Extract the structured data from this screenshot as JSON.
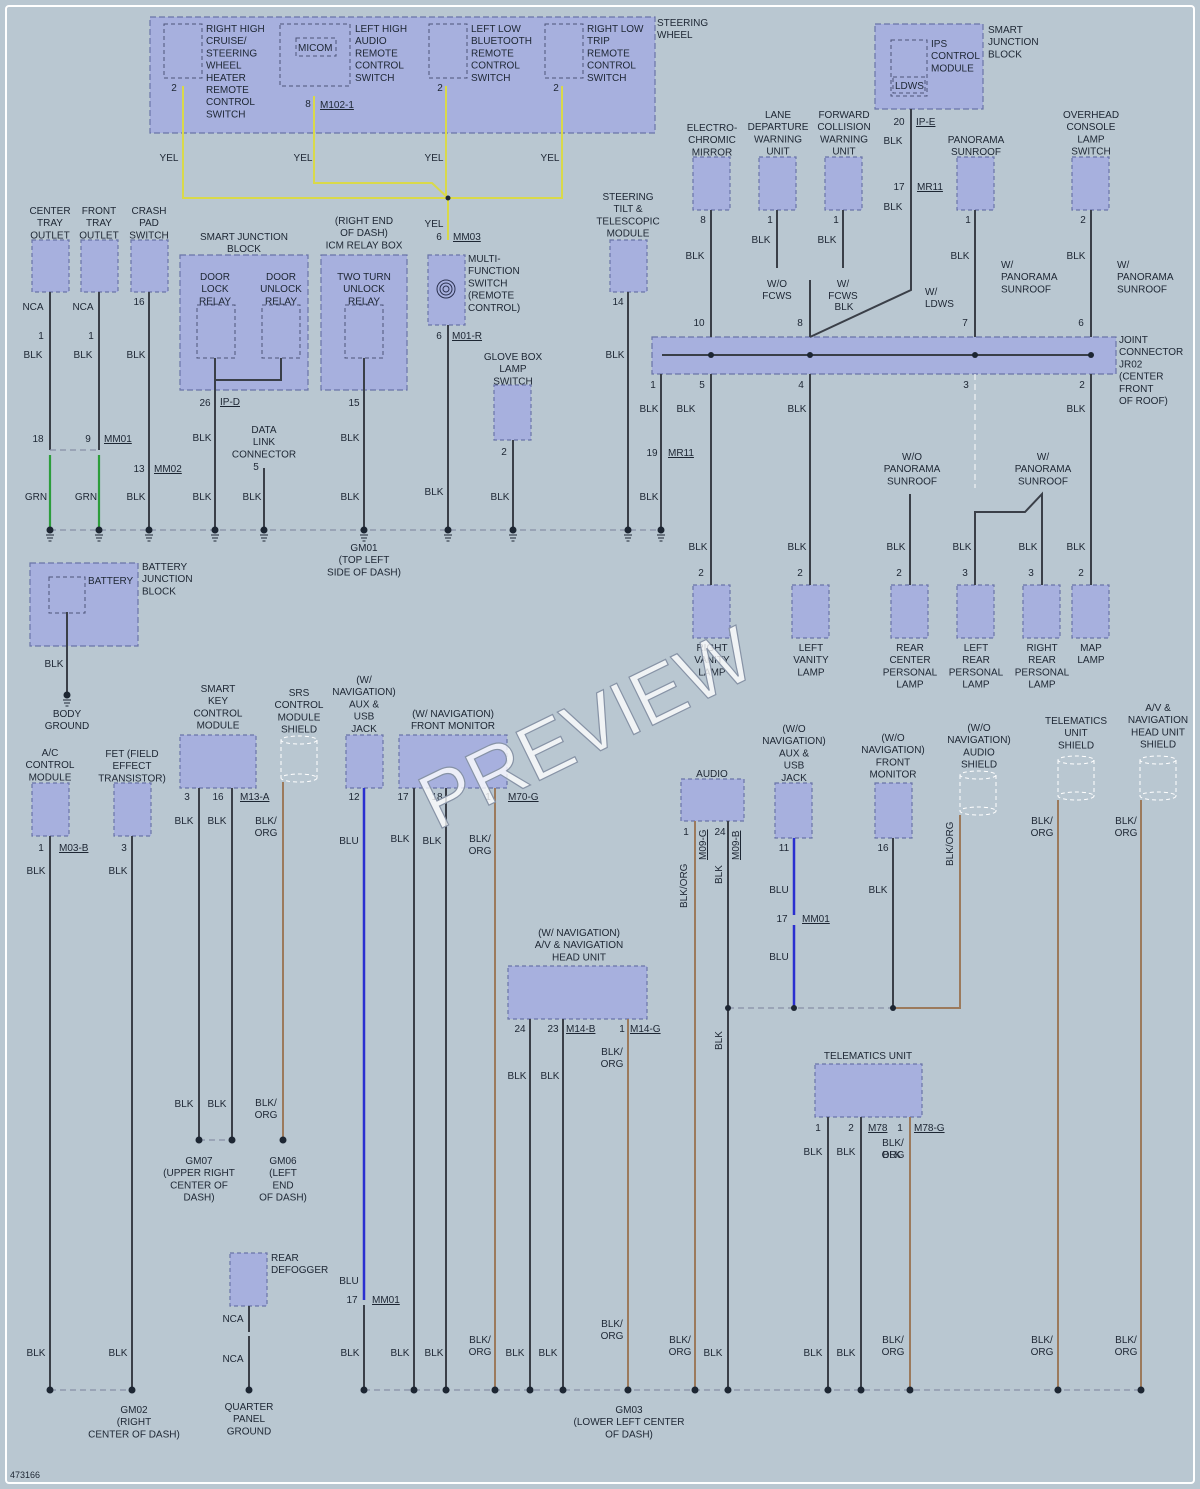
{
  "image_id": "473166",
  "watermark": "PREVIEW",
  "colors": {
    "background": "#b9c7d1",
    "component": "#a7b0de",
    "wire_black": "#3a3f48",
    "wire_yellow": "#d9d94a",
    "wire_green": "#2c9d3b",
    "wire_blue": "#2a2fd0",
    "wire_orange": "#9c7a5c"
  },
  "labels": {
    "steering_wheel": "STEERING|WHEEL",
    "rh_cruise": "RIGHT HIGH|CRUISE/|STEERING|WHEEL|HEATER|REMOTE|CONTROL|SWITCH",
    "lh_audio": "LEFT HIGH|AUDIO|REMOTE|CONTROL|SWITCH",
    "micom": "MICOM",
    "ll_bluetooth": "LEFT LOW|BLUETOOTH|REMOTE|CONTROL|SWITCH",
    "rl_trip": "RIGHT LOW|TRIP|REMOTE|CONTROL|SWITCH",
    "sjb_top": "SMART|JUNCTION|BLOCK",
    "ips": "IPS|CONTROL|MODULE",
    "ldws": "LDWS",
    "electrochromic": "ELECTRO-|CHROMIC|MIRROR",
    "lane_departure": "LANE|DEPARTURE|WARNING|UNIT",
    "forward_collision": "FORWARD|COLLISION|WARNING|UNIT",
    "panorama_top": "PANORAMA|SUNROOF",
    "overhead": "OVERHEAD|CONSOLE|LAMP|SWITCH",
    "center_tray": "CENTER|TRAY|OUTLET",
    "front_tray": "FRONT|TRAY|OUTLET",
    "crash_pad": "CRASH|PAD|SWITCH",
    "sjb_left": "SMART JUNCTION|BLOCK",
    "door_lock": "DOOR|LOCK|RELAY",
    "door_unlock": "DOOR|UNLOCK|RELAY",
    "icm_relay": "(RIGHT END|OF DASH)|ICM RELAY BOX",
    "two_turn": "TWO TURN|UNLOCK|RELAY",
    "multi_function": "MULTI-|FUNCTION|SWITCH|(REMOTE|CONTROL)",
    "steering_tilt": "STEERING|TILT &|TELESCOPIC|MODULE",
    "glove_box": "GLOVE BOX|LAMP|SWITCH",
    "data_link": "DATA|LINK|CONNECTOR",
    "joint_connector": "JOINT|CONNECTOR|JR02|(CENTER|FRONT|OF ROOF)",
    "wo_fcws": "W/O|FCWS",
    "w_fcws": "W/|FCWS",
    "w_ldws": "W/|LDWS",
    "w_panorama": "W/|PANORAMA|SUNROOF",
    "wo_panorama": "W/O|PANORAMA|SUNROOF",
    "gm01": "GM01|(TOP LEFT|SIDE OF DASH)",
    "battery": "BATTERY",
    "battery_jb": "BATTERY|JUNCTION|BLOCK",
    "body_ground": "BODY|GROUND",
    "right_vanity": "RIGHT|VANITY|LAMP",
    "left_vanity": "LEFT|VANITY|LAMP",
    "rear_center": "REAR|CENTER|PERSONAL|LAMP",
    "left_rear": "LEFT|REAR|PERSONAL|LAMP",
    "right_rear": "RIGHT|REAR|PERSONAL|LAMP",
    "map_lamp": "MAP|LAMP",
    "ac_control": "A/C|CONTROL|MODULE",
    "fet": "FET (FIELD|EFFECT|TRANSISTOR)",
    "smart_key": "SMART|KEY|CONTROL|MODULE",
    "srs": "SRS|CONTROL|MODULE|SHIELD",
    "w_nav_aux": "(W/|NAVIGATION)|AUX &|USB|JACK",
    "w_nav_front": "(W/ NAVIGATION)|FRONT MONITOR",
    "audio": "AUDIO",
    "wo_nav_aux": "(W/O|NAVIGATION)|AUX &|USB|JACK",
    "wo_nav_front": "(W/O|NAVIGATION)|FRONT|MONITOR",
    "wo_nav_audio": "(W/O|NAVIGATION)|AUDIO|SHIELD",
    "telematics_shield": "TELEMATICS|UNIT|SHIELD",
    "av_shield": "A/V &|NAVIGATION|HEAD UNIT|SHIELD",
    "av_head": "(W/ NAVIGATION)|A/V & NAVIGATION|HEAD UNIT",
    "telematics": "TELEMATICS UNIT",
    "gm07": "GM07|(UPPER RIGHT|CENTER OF|DASH)",
    "gm06": "GM06|(LEFT|END|OF DASH)",
    "rear_defogger": "REAR|DEFOGGER",
    "gm02": "GM02|(RIGHT|CENTER OF DASH)",
    "quarter": "QUARTER|PANEL|GROUND",
    "gm03": "GM03|(LOWER LEFT CENTER|OF DASH)",
    "gm01_short": "GM01"
  },
  "conn": {
    "m102": "M102-1",
    "ipe": "IP-E",
    "mr11": "MR11",
    "mm03": "MM03",
    "m01r": "M01-R",
    "ipd": "IP-D",
    "mm01": "MM01",
    "mm02": "MM02",
    "m03b": "M03-B",
    "m13a": "M13-A",
    "m70g": "M70-G",
    "m09g": "M09-G",
    "m09b": "M09-B",
    "m14b": "M14-B",
    "m14g": "M14-G",
    "m78": "M78",
    "m78g": "M78-G"
  },
  "wire": {
    "yel": "YEL",
    "blk": "BLK",
    "grn": "GRN",
    "nca": "NCA",
    "blu": "BLU",
    "blk_org": "BLK/|ORG",
    "blkorg": "BLK/ORG"
  },
  "pins": [
    "1",
    "2",
    "3",
    "4",
    "5",
    "6",
    "7",
    "8",
    "9",
    "10",
    "11",
    "12",
    "13",
    "14",
    "15",
    "16",
    "17",
    "18",
    "19",
    "20",
    "23",
    "24",
    "26"
  ]
}
